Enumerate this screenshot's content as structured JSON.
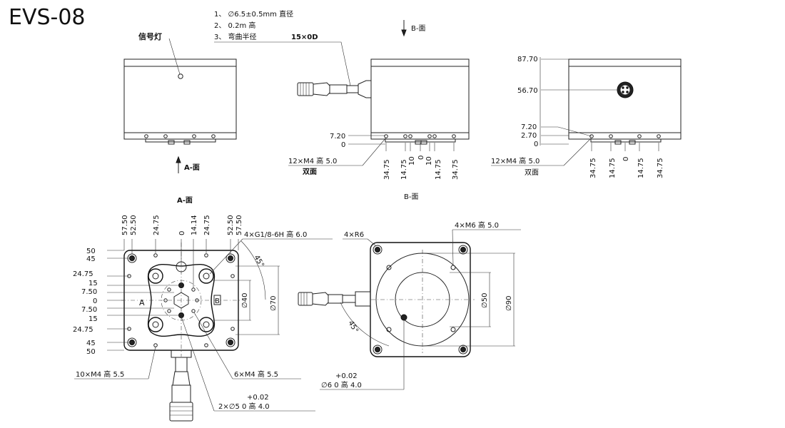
{
  "title": "EVS-08",
  "notes": {
    "n1": "1、 ∅6.5±0.5mm 直径",
    "n2": "2、 0.2m 高",
    "n3_prefix": "3、  弯曲半径",
    "n3_value": "15×0D"
  },
  "front_view": {
    "indicator_label": "信号灯",
    "arrow_label": "A-面"
  },
  "side_view_b": {
    "arrow_label": "B-面",
    "bottom_label": "B-面",
    "dim_left_top": "7.20",
    "dim_left_bottom": "0",
    "hole_note": "12×M4   高     5.0",
    "hole_note_sub": "双面",
    "x_dims": [
      "34.75",
      "14.75",
      "10",
      "0",
      "10",
      "14.75",
      "34.75"
    ]
  },
  "side_view_right": {
    "dims_left": [
      "87.70",
      "56.70",
      "7.20",
      "2.70",
      "0"
    ],
    "hole_note": "12×M4   高     5.0",
    "hole_note_sub": "双面",
    "x_dims": [
      "34.75",
      "14.75",
      "0",
      "14.75",
      "34.75"
    ]
  },
  "face_a": {
    "label": "A-面",
    "top_dims": [
      "57.50",
      "52.50",
      "24.75",
      "0",
      "14.14",
      "24.75",
      "52.50",
      "57.50"
    ],
    "left_dims": [
      "50",
      "45",
      "24.75",
      "15",
      "7.50",
      "0",
      "7.50",
      "15",
      "24.75",
      "45",
      "50"
    ],
    "thread_note": "4×G1/8-6H  高    6.0",
    "angle": "45°",
    "dia_inner": "∅40",
    "dia_outer": "∅70",
    "marker_a": "A",
    "marker_b": "B",
    "note_10m4": "10×M4  高   5.5",
    "note_6m4": "6×M4  高    5.5",
    "note_2x5_tol": "+0.02",
    "note_2x5": "2×∅5   0    高     4.0"
  },
  "face_b": {
    "corner_note": "4×R6",
    "m6_note": "4×M6  高     5.0",
    "angle": "45°",
    "dia_50": "∅50",
    "dia_90": "∅90",
    "pin_tol": "+0.02",
    "pin_note": "∅6  0     高      4.0"
  }
}
